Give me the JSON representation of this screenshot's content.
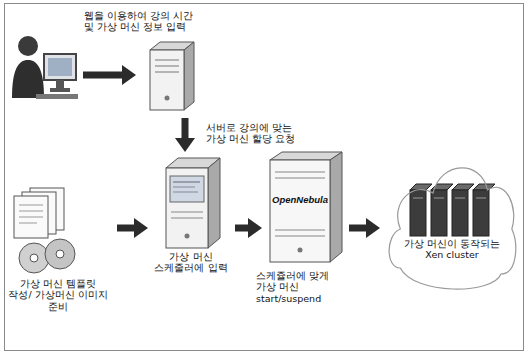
{
  "diagram": {
    "nodes": [
      {
        "text": []
      },
      {
        "text": []
      },
      {
        "text": [
          "가상 머신 템플릿 작성/ 가상머신 이미지 준비"
        ]
      },
      {
        "text": [
          "가상 머신 스케줄러에 입력"
        ]
      },
      {
        "text": [
          "OpenNebula"
        ]
      },
      {
        "text": [
          "가상 머신이 동작되는 Xen cluster"
        ]
      }
    ],
    "edges": [
      {
        "from": 0,
        "to": 1,
        "arrow": "to",
        "label": "웹을 이용하여 강의 시간 및 가상 머신 정보 입력"
      },
      {
        "from": 1,
        "to": 3,
        "arrow": "to",
        "label": "서버로 강의에 맞는 가상 머신 할당 요청"
      },
      {
        "from": 2,
        "to": 3,
        "arrow": "to"
      },
      {
        "from": 3,
        "to": 4,
        "arrow": "to",
        "label": "스케쥴러에 맞게 가상 머신 start/suspend"
      },
      {
        "from": 4,
        "to": 5,
        "arrow": "to"
      }
    ]
  }
}
